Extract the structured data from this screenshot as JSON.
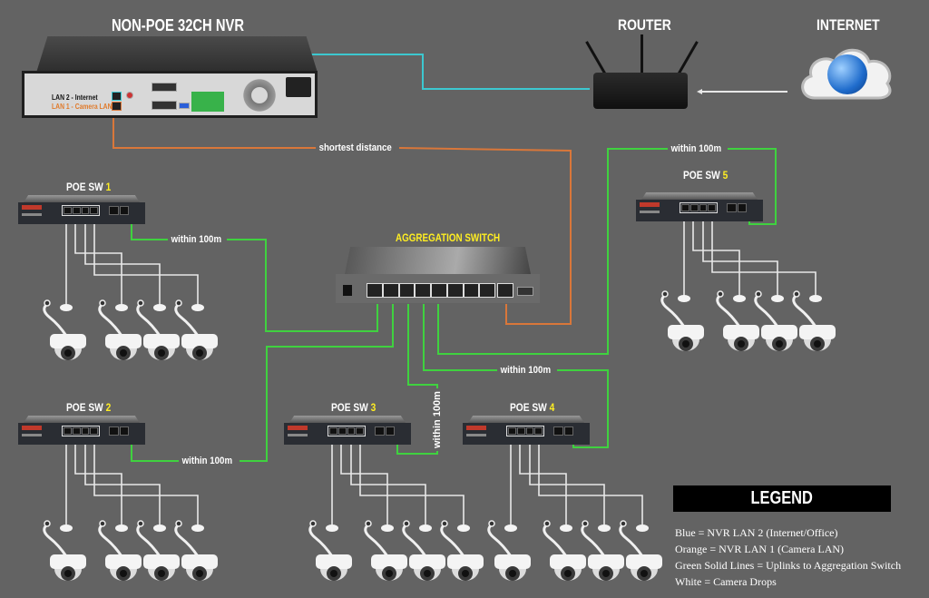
{
  "titles": {
    "nvr": "NON-POE 32CH NVR",
    "router": "ROUTER",
    "internet": "INTERNET",
    "aggregation_switch": "AGGREGATION SWITCH"
  },
  "nvr": {
    "lan2_label": "LAN 2 - Internet",
    "lan1_label": "LAN 1 - Camera LAN"
  },
  "poe_switches": [
    {
      "prefix": "POE SW",
      "number": "1",
      "cameras": 4
    },
    {
      "prefix": "POE SW",
      "number": "2",
      "cameras": 4
    },
    {
      "prefix": "POE SW",
      "number": "3",
      "cameras": 4
    },
    {
      "prefix": "POE SW",
      "number": "4",
      "cameras": 4
    },
    {
      "prefix": "POE SW",
      "number": "5",
      "cameras": 4
    }
  ],
  "cable_labels": {
    "nvr_to_agg": "shortest distance",
    "sw1": "within 100m",
    "sw2": "within 100m",
    "sw3": "within 100m",
    "sw4": "within 100m",
    "sw5": "within 100m"
  },
  "colors": {
    "background": "#636363",
    "blue_lan2": "#3cc8d0",
    "orange_lan1": "#d9773a",
    "green_uplink": "#3fd23f",
    "white_drop": "#e8e8e8",
    "switch_number": "#ffee22"
  },
  "legend": {
    "title": "LEGEND",
    "items": [
      "Blue = NVR LAN 2 (Internet/Office)",
      "Orange = NVR LAN 1 (Camera LAN)",
      "Green Solid Lines = Uplinks to Aggregation Switch",
      "White = Camera Drops"
    ]
  }
}
